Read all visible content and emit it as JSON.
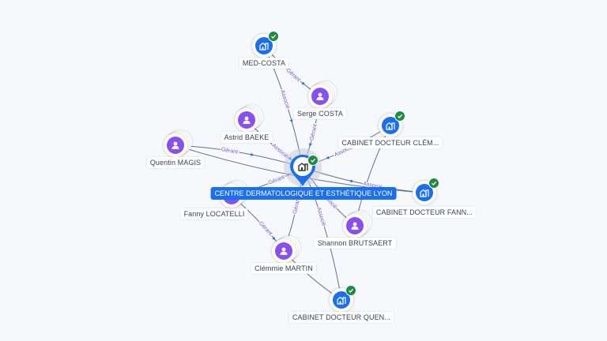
{
  "colors": {
    "person": "#8a4ff0",
    "company": "#1a6ef0",
    "verified": "#1e8a43",
    "edge": "#6b6f86",
    "edge_label": "#6a5fd8",
    "center_label_bg": "#1a6ef0"
  },
  "center": {
    "name": "CENTRE DERMATOLOGIQUE ET ESTHÉTIQUE LYON",
    "icon": "building-icon",
    "verified": true
  },
  "nodes": [
    {
      "id": "med-costa",
      "name": "MED-COSTA",
      "type": "company",
      "verified": true
    },
    {
      "id": "serge-costa",
      "name": "Serge COSTA",
      "type": "person"
    },
    {
      "id": "astrid-baeke",
      "name": "Astrid BAEKE",
      "type": "person"
    },
    {
      "id": "quentin-magis",
      "name": "Quentin MAGIS",
      "type": "person"
    },
    {
      "id": "cabinet-clem",
      "name": "CABINET DOCTEUR CLÉM...",
      "type": "company",
      "verified": true
    },
    {
      "id": "cabinet-fann",
      "name": "CABINET DOCTEUR FANN...",
      "type": "company",
      "verified": true
    },
    {
      "id": "fanny-locatelli",
      "name": "Fanny LOCATELLI",
      "type": "person"
    },
    {
      "id": "shannon-brutsaert",
      "name": "Shannon BRUTSAERT",
      "type": "person"
    },
    {
      "id": "clemmie-martin",
      "name": "Clémmie MARTIN",
      "type": "person"
    },
    {
      "id": "cabinet-quen",
      "name": "CABINET DOCTEUR QUEN...",
      "type": "company",
      "verified": true
    }
  ],
  "edges": [
    {
      "from": "med-costa",
      "to": "center",
      "label": "Associé"
    },
    {
      "from": "med-costa",
      "to": "serge-costa",
      "label": "Gérant"
    },
    {
      "from": "serge-costa",
      "to": "center",
      "label": "Gérant"
    },
    {
      "from": "astrid-baeke",
      "to": "center",
      "label": "Associé"
    },
    {
      "from": "quentin-magis",
      "to": "center",
      "label": "Gérant"
    },
    {
      "from": "quentin-magis",
      "to": "cabinet-fann",
      "label": ""
    },
    {
      "from": "cabinet-clem",
      "to": "center",
      "label": "Associé"
    },
    {
      "from": "cabinet-clem",
      "to": "shannon-brutsaert",
      "label": ""
    },
    {
      "from": "cabinet-fann",
      "to": "center",
      "label": "Associé"
    },
    {
      "from": "fanny-locatelli",
      "to": "center",
      "label": "Gérant"
    },
    {
      "from": "fanny-locatelli",
      "to": "clemmie-martin",
      "label": "Gérant"
    },
    {
      "from": "clemmie-martin",
      "to": "center",
      "label": "Gérant"
    },
    {
      "from": "shannon-brutsaert",
      "to": "center",
      "label": "Associé"
    },
    {
      "from": "cabinet-quen",
      "to": "center",
      "label": "Associé"
    },
    {
      "from": "cabinet-quen",
      "to": "clemmie-martin",
      "label": ""
    }
  ]
}
